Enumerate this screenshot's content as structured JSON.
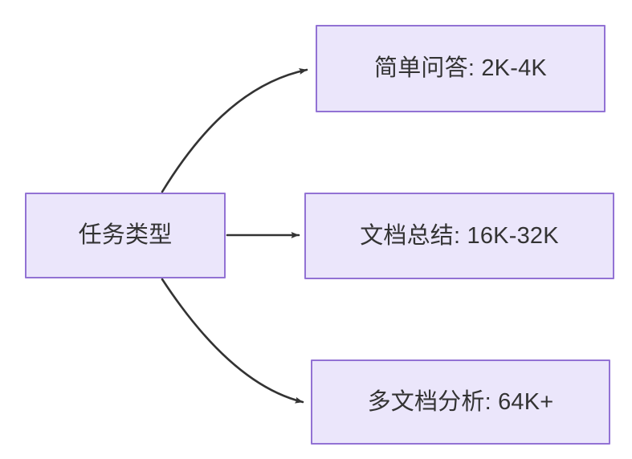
{
  "diagram": {
    "type": "flowchart",
    "direction": "left-to-right",
    "background_color": "#ffffff",
    "node_fill_color": "#ebe6fb",
    "node_border_color": "#9272d4",
    "node_text_color": "#333333",
    "edge_color": "#333333",
    "nodes": {
      "source": {
        "label": "任务类型"
      },
      "targets": [
        {
          "label": "简单问答: 2K-4K"
        },
        {
          "label": "文档总结: 16K-32K"
        },
        {
          "label": "多文档分析: 64K+"
        }
      ]
    },
    "edges": [
      {
        "from": "任务类型",
        "to": "简单问答: 2K-4K",
        "style": "curved-up",
        "arrow": "triangle"
      },
      {
        "from": "任务类型",
        "to": "文档总结: 16K-32K",
        "style": "straight",
        "arrow": "triangle"
      },
      {
        "from": "任务类型",
        "to": "多文档分析: 64K+",
        "style": "curved-down",
        "arrow": "triangle"
      }
    ]
  }
}
